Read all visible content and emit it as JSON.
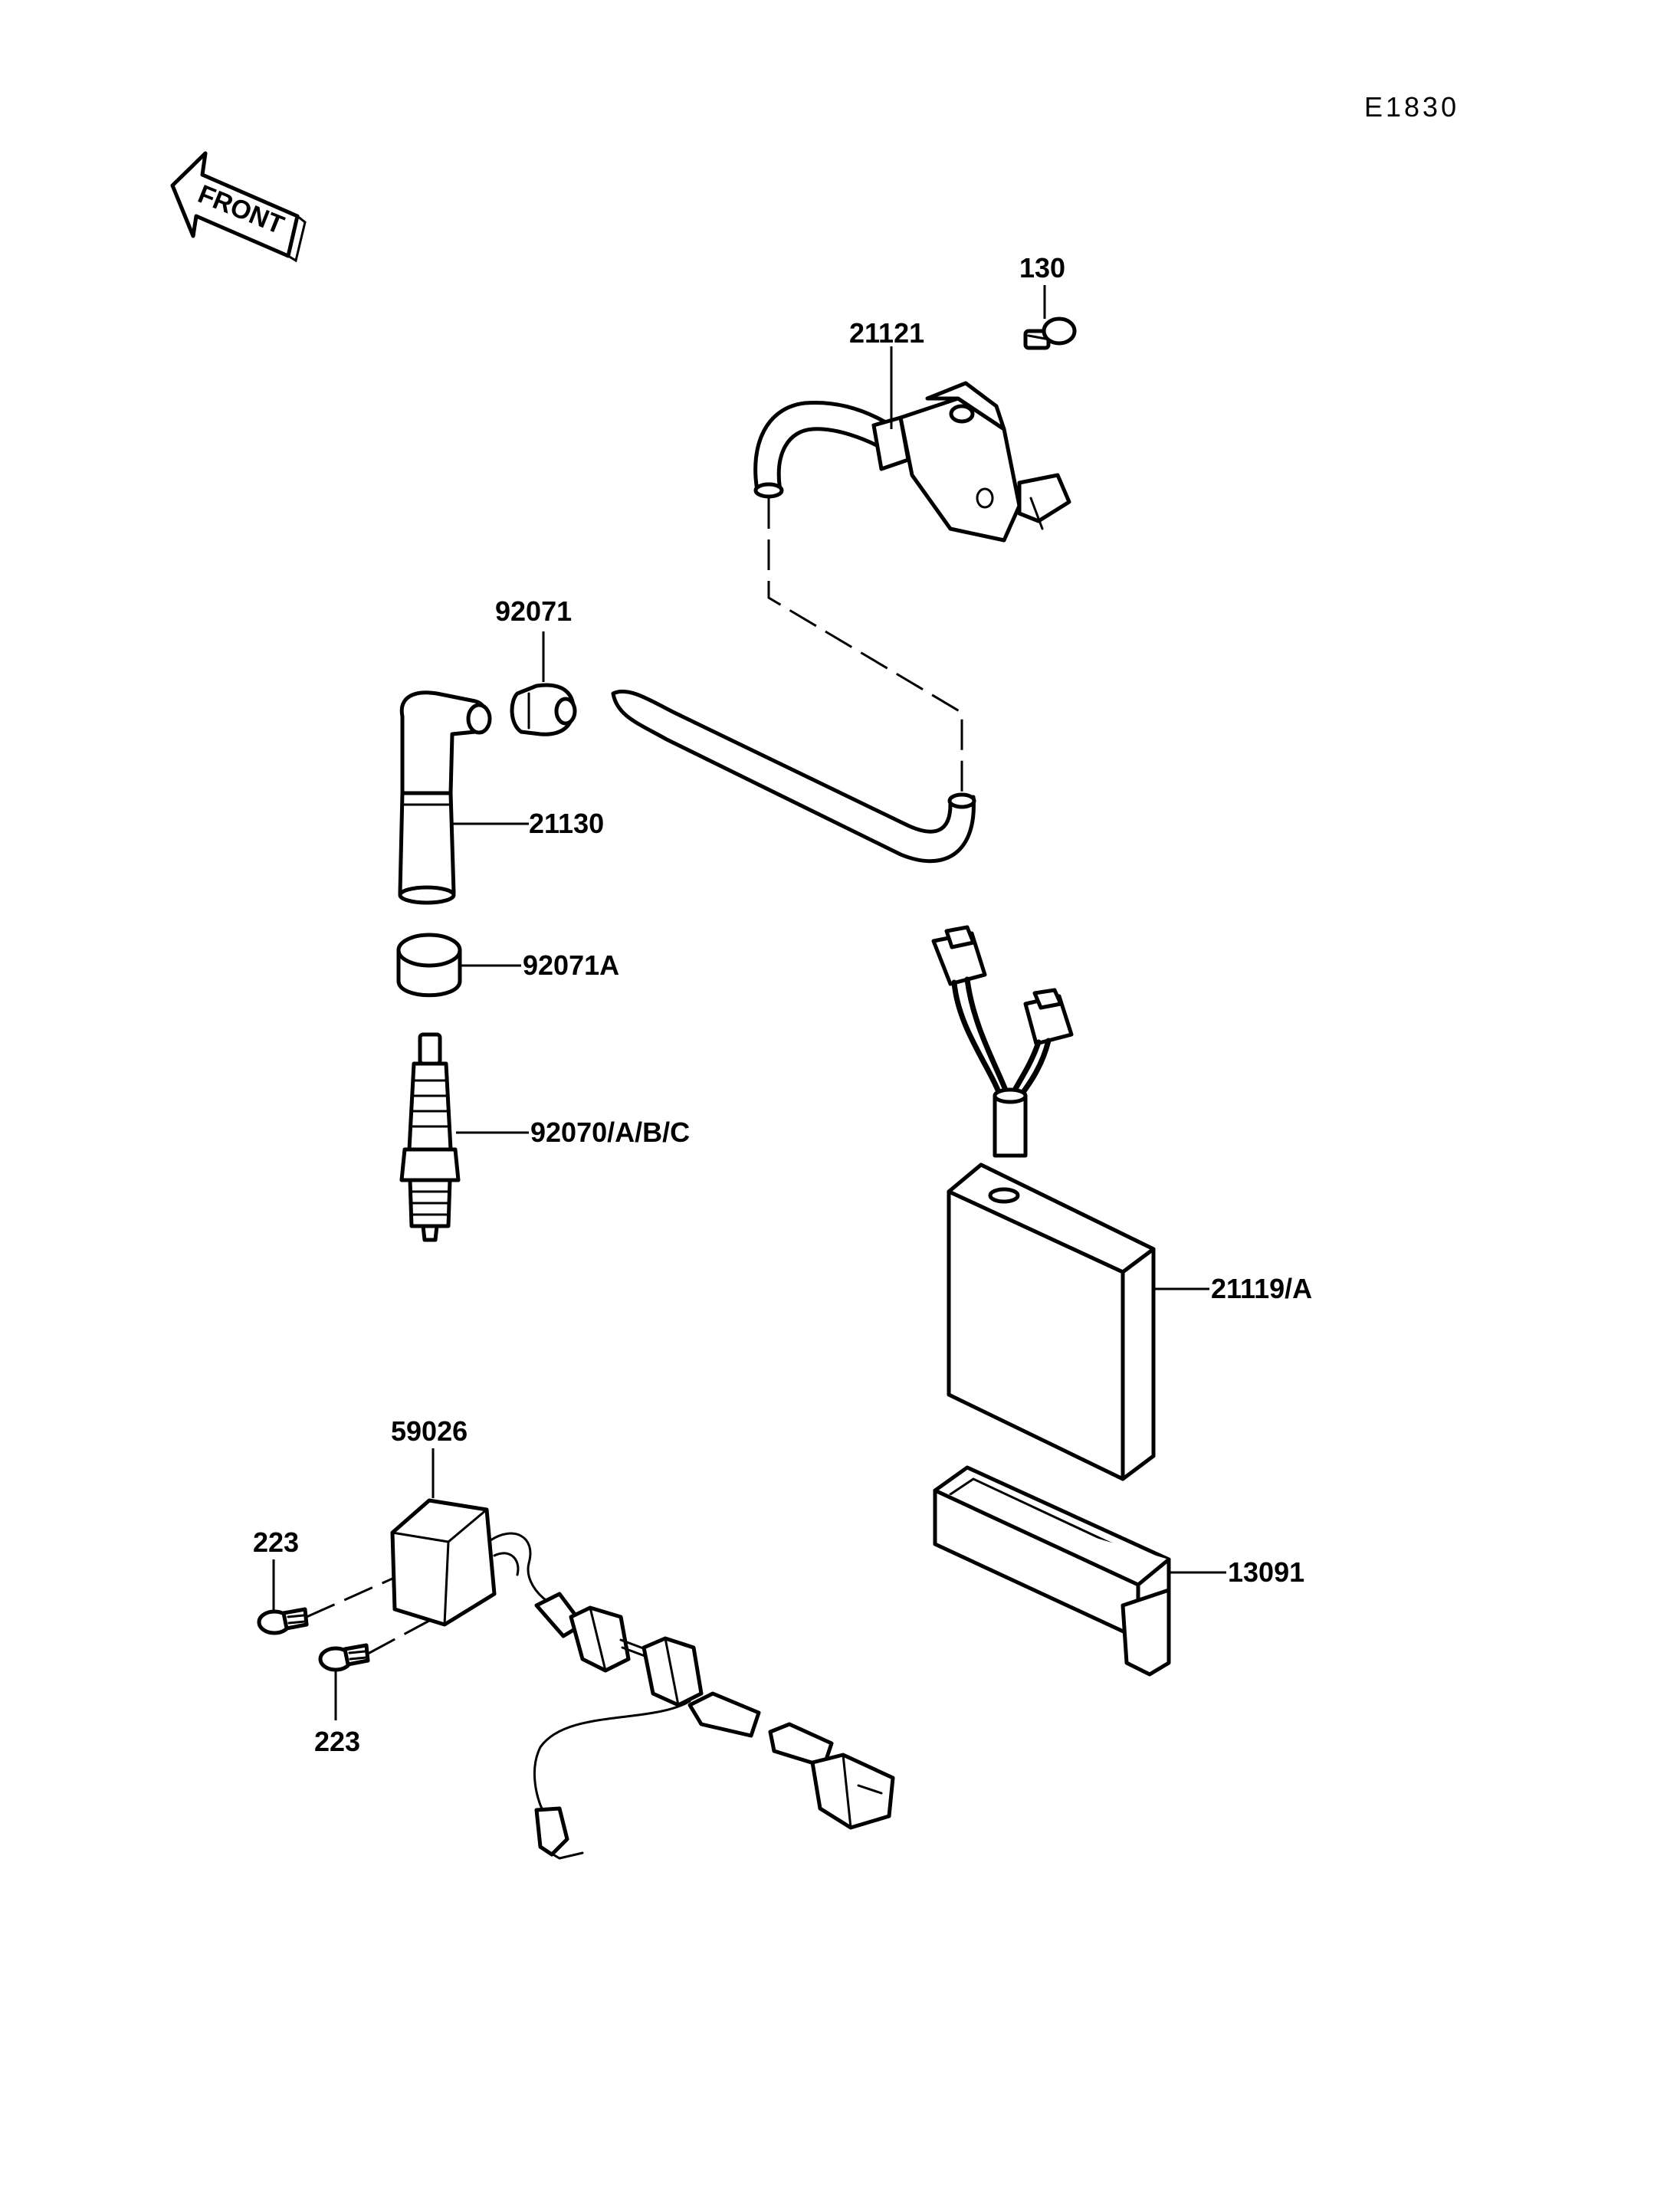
{
  "diagram_code": "E1830",
  "front_label": "FRONT",
  "labels": {
    "p130": "130",
    "p21121": "21121",
    "p92071": "92071",
    "p21130": "21130",
    "p92071A": "92071A",
    "p92070": "92070/A/B/C",
    "p21119": "21119/A",
    "p13091": "13091",
    "p59026": "59026",
    "p223_top": "223",
    "p223_bottom": "223"
  }
}
